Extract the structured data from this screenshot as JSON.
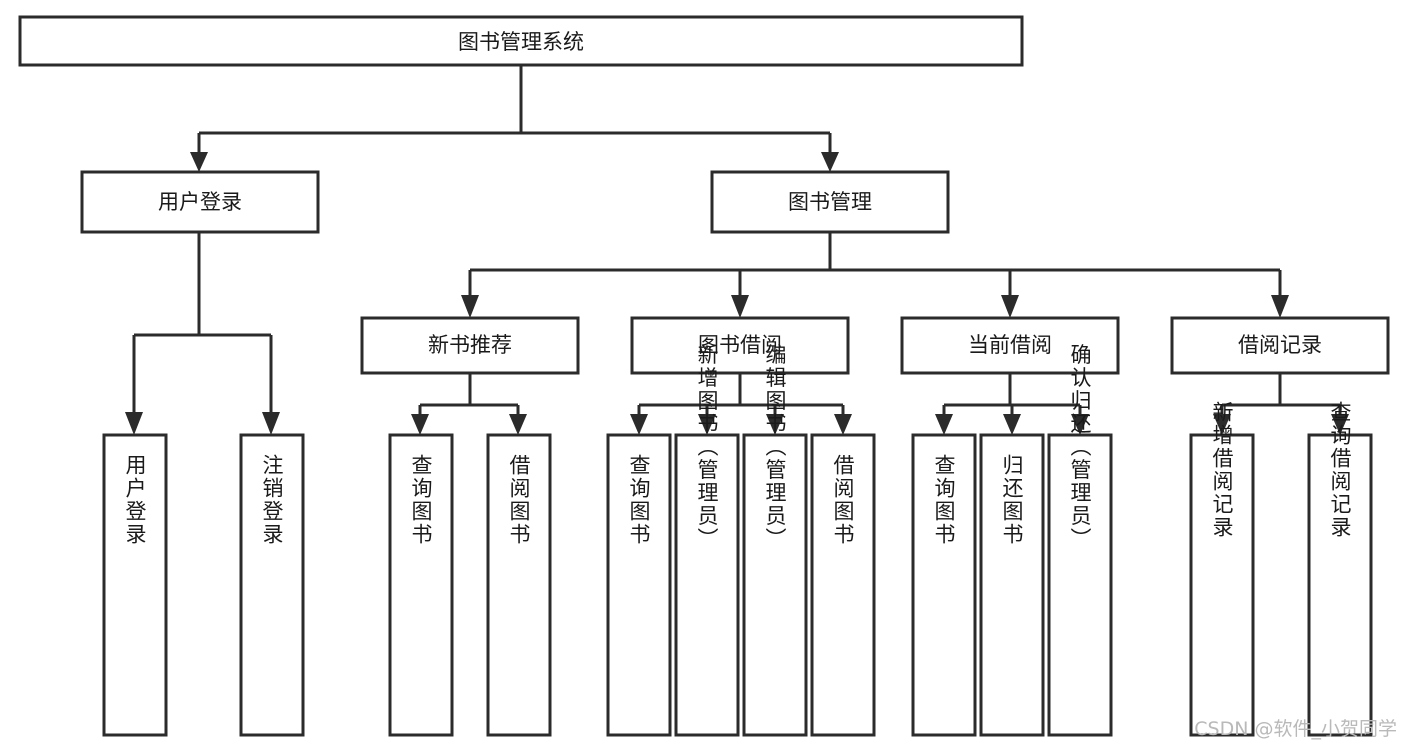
{
  "diagram": {
    "title": "图书管理系统",
    "type": "tree-hierarchy-chart",
    "background_color": "#ffffff",
    "line_color": "#2b2b2b",
    "text_color": "#1a1a1a",
    "box_fill": "#ffffff"
  },
  "nodes": {
    "root": {
      "label": "图书管理系统",
      "orientation": "horizontal"
    },
    "level1": [
      {
        "id": "user-login",
        "label": "用户登录",
        "orientation": "horizontal"
      },
      {
        "id": "book-management",
        "label": "图书管理",
        "orientation": "horizontal"
      }
    ],
    "level2": [
      {
        "id": "new-book-recommend",
        "label": "新书推荐",
        "orientation": "horizontal"
      },
      {
        "id": "book-borrow",
        "label": "图书借阅",
        "orientation": "horizontal"
      },
      {
        "id": "current-borrow",
        "label": "当前借阅",
        "orientation": "horizontal"
      },
      {
        "id": "borrow-record",
        "label": "借阅记录",
        "orientation": "horizontal"
      }
    ],
    "leaves": {
      "user-login": [
        {
          "id": "leaf-user-login",
          "label": "用户登录",
          "orientation": "vertical"
        },
        {
          "id": "leaf-logout-login",
          "label": "注销登录",
          "orientation": "vertical"
        }
      ],
      "new-book-recommend": [
        {
          "id": "leaf-query-book-1",
          "label": "查询图书",
          "orientation": "vertical"
        },
        {
          "id": "leaf-borrow-book-1",
          "label": "借阅图书",
          "orientation": "vertical"
        }
      ],
      "book-borrow": [
        {
          "id": "leaf-query-book-2",
          "label": "查询图书",
          "orientation": "vertical"
        },
        {
          "id": "leaf-add-book",
          "label": "新增图书（管理员）",
          "orientation": "vertical"
        },
        {
          "id": "leaf-edit-book",
          "label": "编辑图书（管理员）",
          "orientation": "vertical"
        },
        {
          "id": "leaf-borrow-book-2",
          "label": "借阅图书",
          "orientation": "vertical"
        }
      ],
      "current-borrow": [
        {
          "id": "leaf-query-book-3",
          "label": "查询图书",
          "orientation": "vertical"
        },
        {
          "id": "leaf-return-book",
          "label": "归还图书",
          "orientation": "vertical"
        },
        {
          "id": "leaf-confirm-return",
          "label": "确认归还（管理员）",
          "orientation": "vertical"
        }
      ],
      "borrow-record": [
        {
          "id": "leaf-add-record",
          "label": "新增借阅记录",
          "orientation": "vertical"
        },
        {
          "id": "leaf-query-record",
          "label": "查询借阅记录",
          "orientation": "vertical"
        }
      ]
    }
  },
  "watermark": {
    "text": "CSDN @软件_小贺同学",
    "color": "#b9b9b9"
  }
}
